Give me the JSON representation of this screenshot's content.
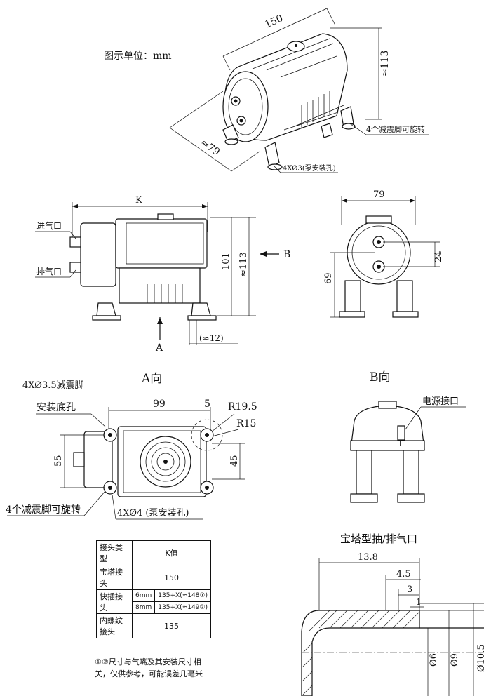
{
  "unit_label": "图示单位：mm",
  "iso": {
    "len": "150",
    "height": "≈113",
    "depth": "≈79",
    "feet": "4个减震脚可旋转",
    "holes": "4XØ3(泵安装孔)"
  },
  "side": {
    "k": "K",
    "inlet": "进气口",
    "outlet": "排气口",
    "h101": "101",
    "h113": "≈113",
    "b_arrow": "B",
    "a_arrow": "A",
    "foot": "(≈12)"
  },
  "front": {
    "w79": "79",
    "h69": "69",
    "d24": "24"
  },
  "view_a": {
    "title": "A向",
    "holes_title_1": "4XØ3.5减震脚",
    "holes_title_2": "安装底孔",
    "w99": "99",
    "w5": "5",
    "r195": "R19.5",
    "r15": "R15",
    "h55": "55",
    "h45": "45",
    "feet": "4个减震脚可旋转",
    "pump_holes": "4XØ4 (泵安装孔)"
  },
  "view_b": {
    "title": "B向",
    "power": "电源接口"
  },
  "barb": {
    "title": "宝塔型抽/排气口",
    "d138": "13.8",
    "d45": "4.5",
    "d3": "3",
    "d1": "1",
    "phi6": "Ø6",
    "phi9": "Ø9",
    "phi105": "Ø10.5"
  },
  "table": {
    "h1": "接头类型",
    "h2": "K值",
    "r1c1": "宝塔接头",
    "r1c2": "150",
    "r2c1": "快插接头",
    "r2a": "6mm",
    "r2a_v": "135+X(≈148①)",
    "r2b": "8mm",
    "r2b_v": "135+X(≈149②)",
    "r3c1": "内螺纹接头",
    "r3c2": "135"
  },
  "note": "①②尺寸与气嘴及其安装尺寸相关，仅供参考，可能误差几毫米"
}
